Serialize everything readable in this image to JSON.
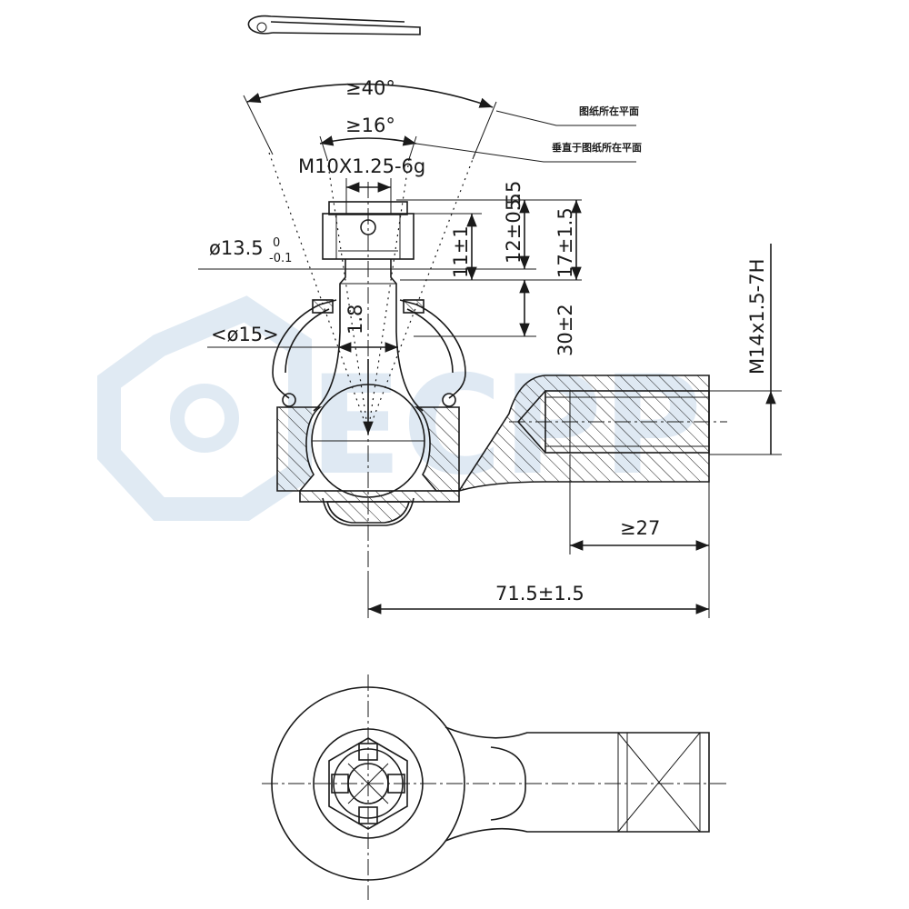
{
  "watermark": {
    "text": "ECPP"
  },
  "notes": {
    "drawing_plane": "图纸所在平面",
    "perpendicular_plane": "垂直于图纸所在平面"
  },
  "dimensions": {
    "angle_outer": "≥40°",
    "angle_inner": "≥16°",
    "thread_stud": "M10X1.25-6g",
    "height_5_5": "5.5",
    "height_12": "12±0.5",
    "height_17": "17±1.5",
    "height_11": "11±1",
    "height_30": "30±2",
    "neck_1_8": "1.8",
    "dia_13_5": "ø13.5",
    "dia_13_5_upper": "0",
    "dia_13_5_lower": "-0.1",
    "dia_15": "<ø15>",
    "thread_bore": "M14x1.5-7H",
    "depth_27": "≥27",
    "length_71_5": "71.5±1.5"
  }
}
